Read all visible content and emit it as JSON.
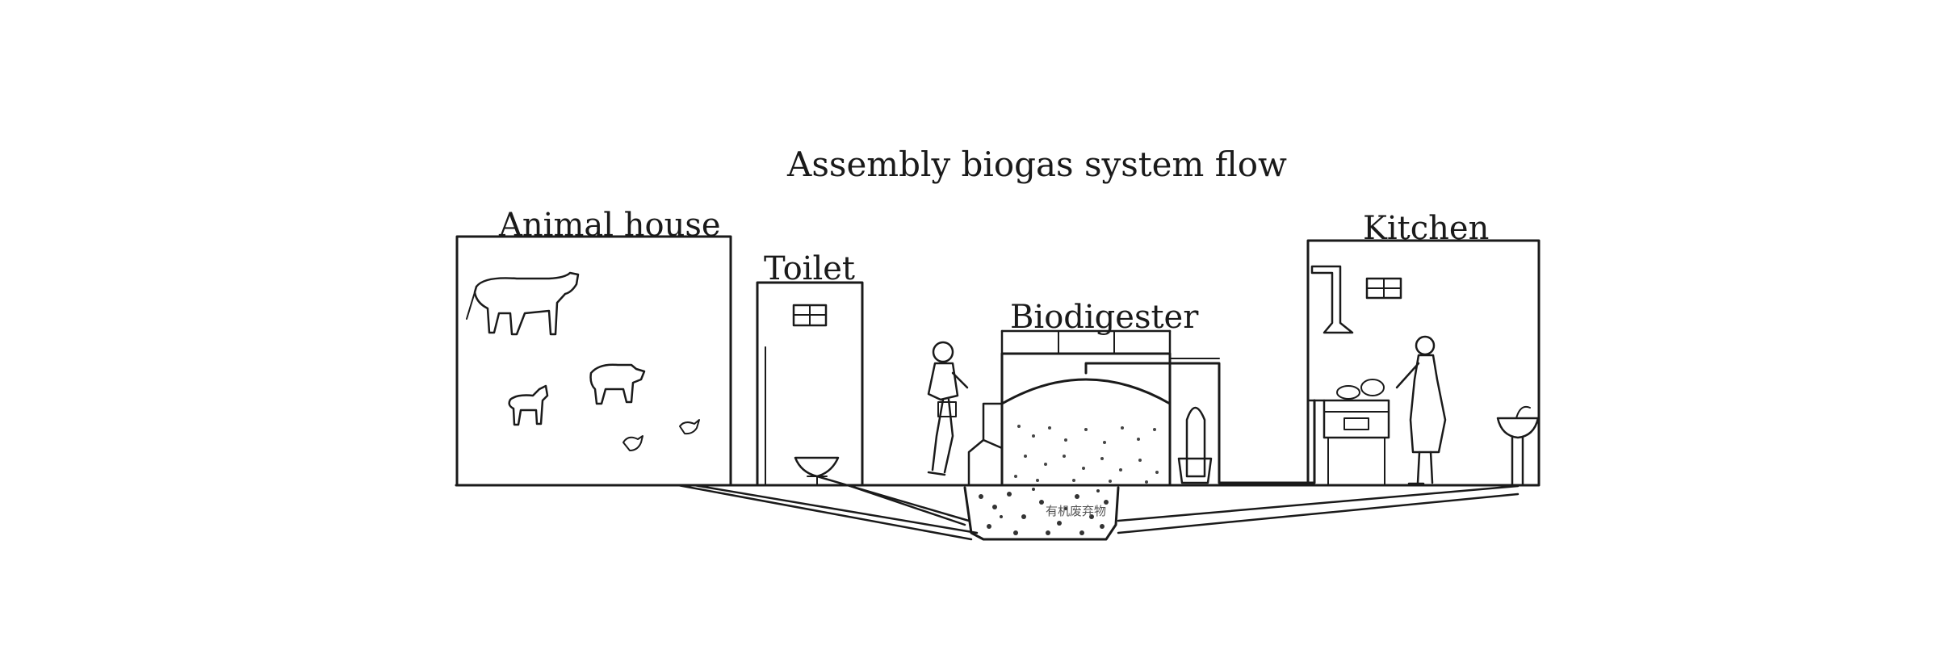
{
  "diagram": {
    "title": "Assembly biogas system flow",
    "labels": {
      "animal_house": "Animal house",
      "toilet": "Toilet",
      "biodigester": "Biodigester",
      "kitchen": "Kitchen",
      "waste_chamber": "有机废弃物"
    },
    "icons": [
      "cow-icon",
      "pig-icon",
      "goat-icon",
      "chicken-icon",
      "window-icon",
      "toilet-bowl-icon",
      "worker-person-icon",
      "cook-person-icon",
      "stove-icon",
      "sink-icon",
      "exhaust-hood-icon"
    ],
    "colors": {
      "line": "#1a1a1a",
      "fill": "#ffffff"
    }
  }
}
